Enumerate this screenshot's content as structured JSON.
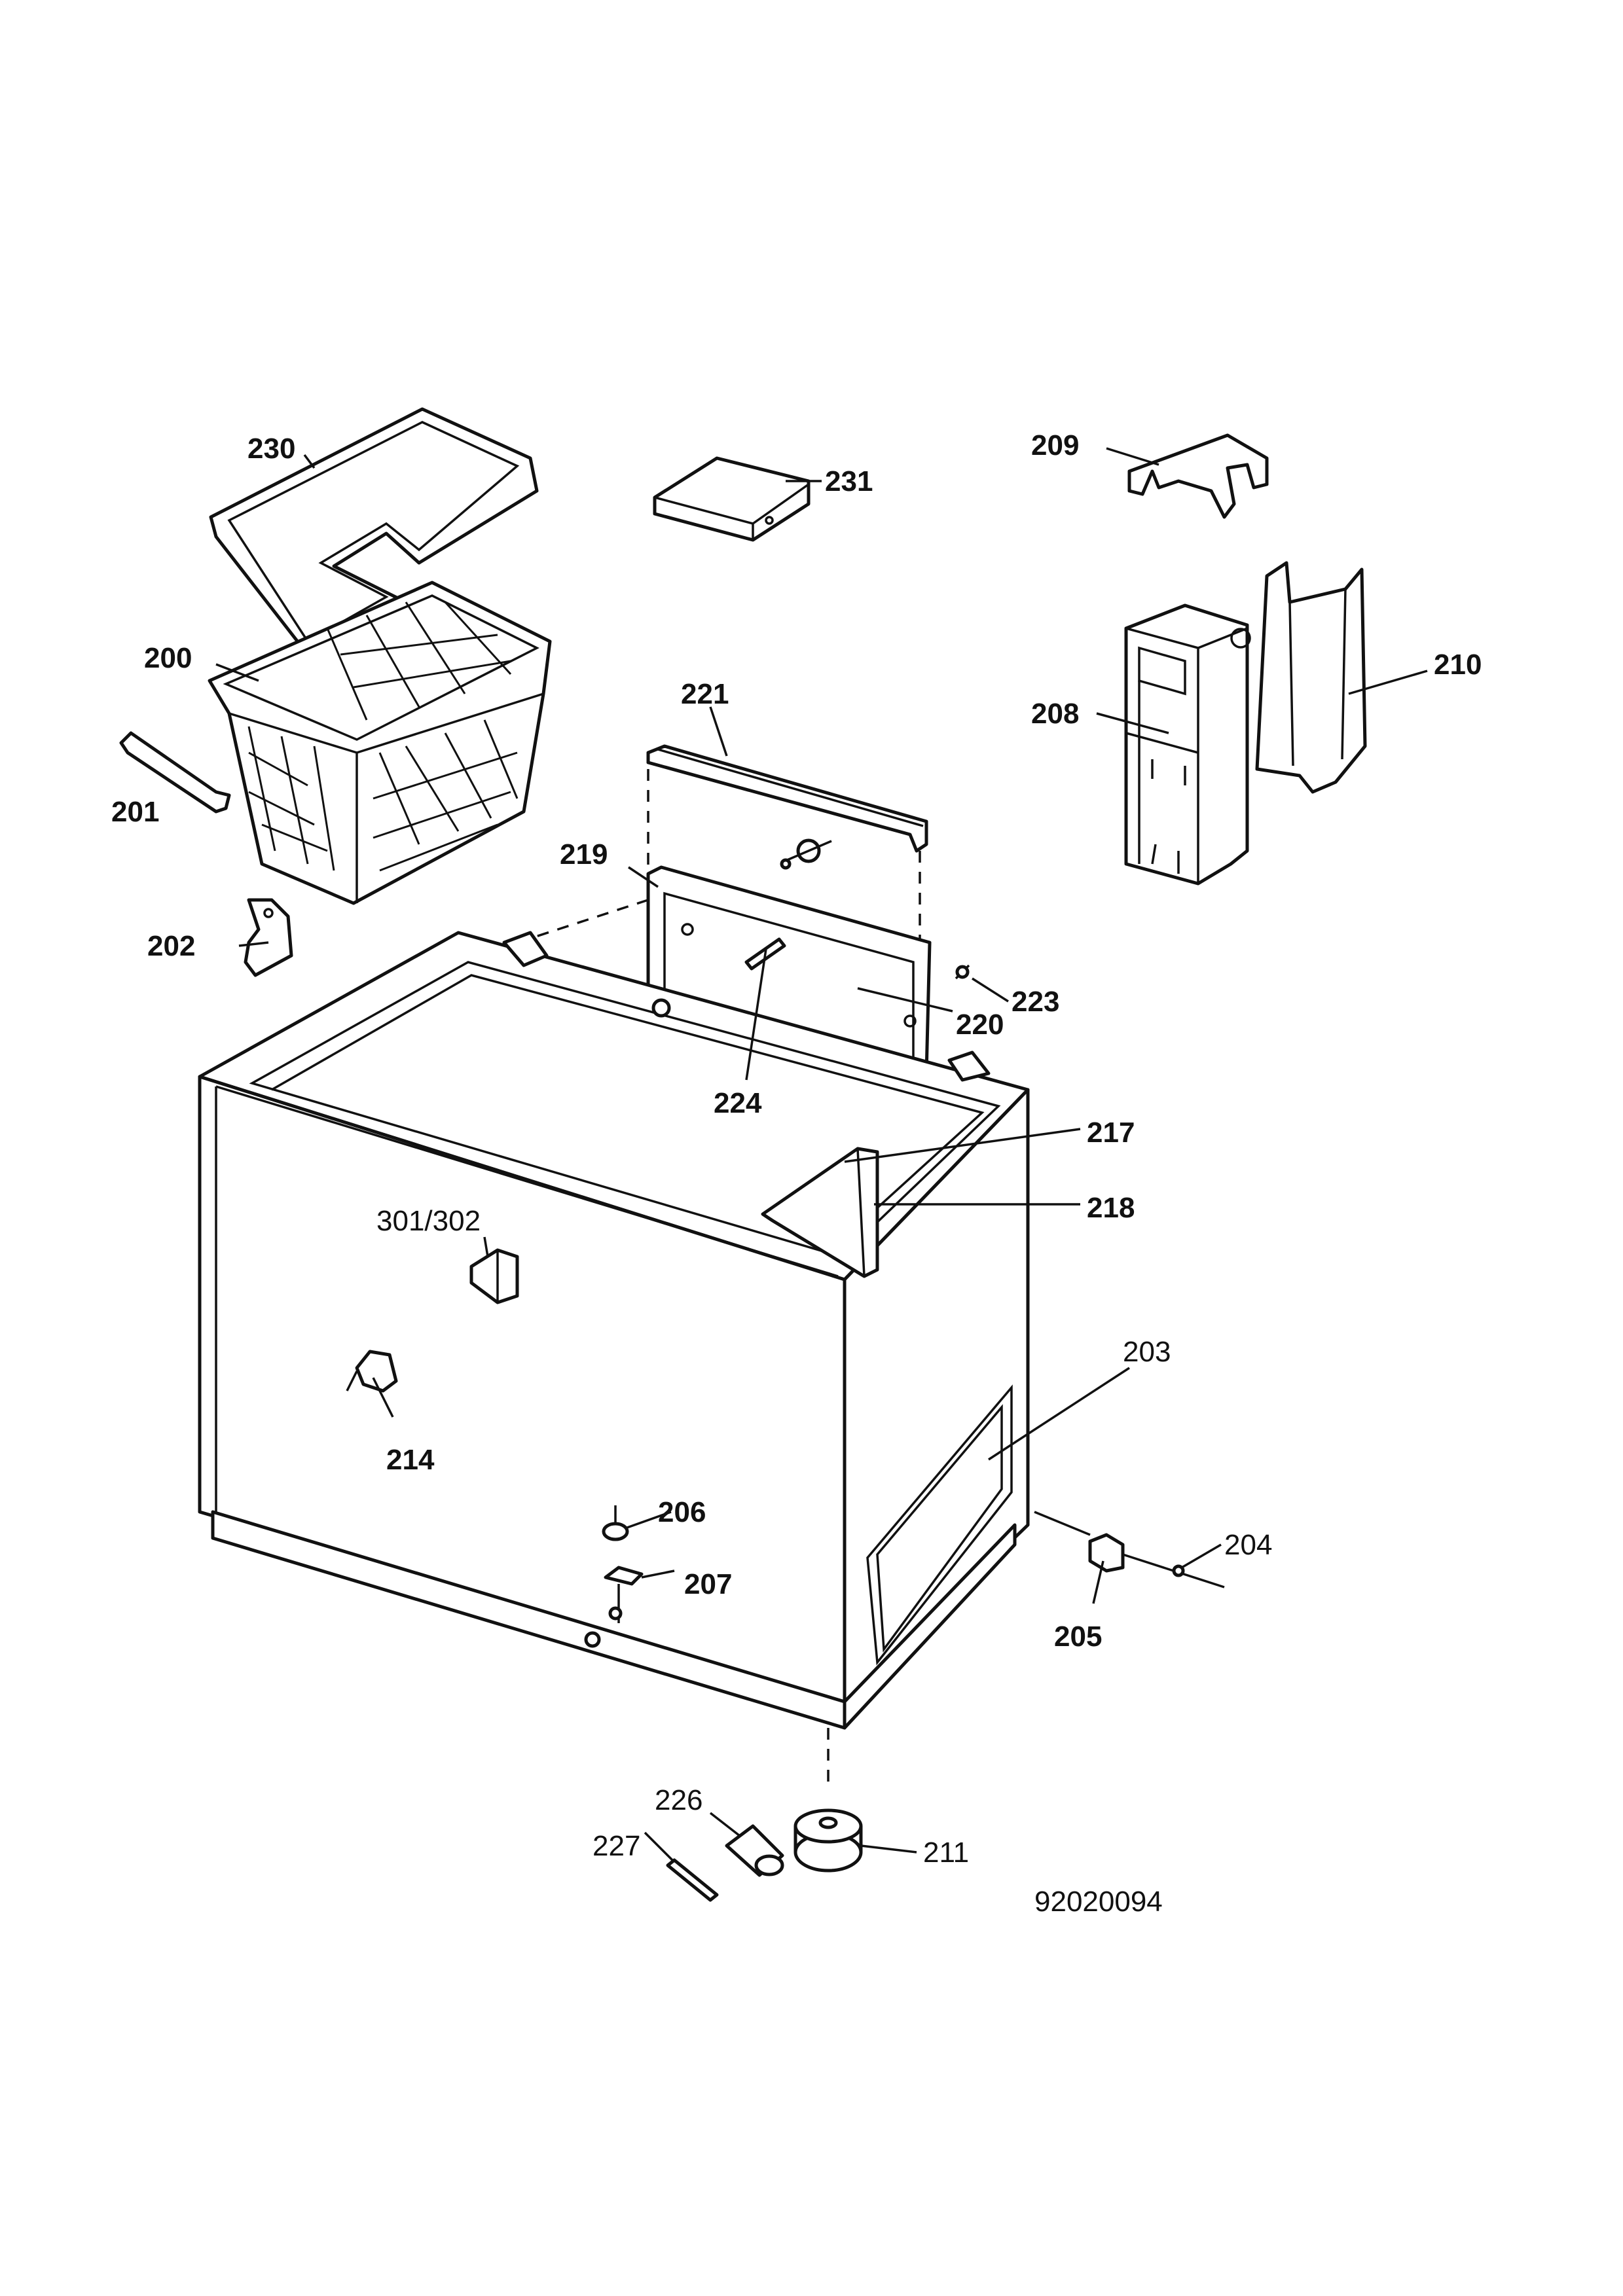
{
  "diagram": {
    "drawing_number": "92020094",
    "callouts": [
      {
        "id": "230",
        "text": "230",
        "bold": true
      },
      {
        "id": "231",
        "text": "231",
        "bold": true
      },
      {
        "id": "209",
        "text": "209",
        "bold": true
      },
      {
        "id": "200",
        "text": "200",
        "bold": true
      },
      {
        "id": "210",
        "text": "210",
        "bold": true
      },
      {
        "id": "208",
        "text": "208",
        "bold": true
      },
      {
        "id": "221",
        "text": "221",
        "bold": true
      },
      {
        "id": "201",
        "text": "201",
        "bold": true
      },
      {
        "id": "219",
        "text": "219",
        "bold": true
      },
      {
        "id": "202",
        "text": "202",
        "bold": true
      },
      {
        "id": "223",
        "text": "223",
        "bold": true
      },
      {
        "id": "220",
        "text": "220",
        "bold": true
      },
      {
        "id": "224",
        "text": "224",
        "bold": true
      },
      {
        "id": "217",
        "text": "217",
        "bold": true
      },
      {
        "id": "218",
        "text": "218",
        "bold": true
      },
      {
        "id": "301_302",
        "text": "301/302",
        "bold": false
      },
      {
        "id": "203",
        "text": "203",
        "bold": false
      },
      {
        "id": "214",
        "text": "214",
        "bold": true
      },
      {
        "id": "206",
        "text": "206",
        "bold": true
      },
      {
        "id": "207",
        "text": "207",
        "bold": true
      },
      {
        "id": "204",
        "text": "204",
        "bold": false
      },
      {
        "id": "205",
        "text": "205",
        "bold": true
      },
      {
        "id": "226",
        "text": "226",
        "bold": false
      },
      {
        "id": "227",
        "text": "227",
        "bold": false
      },
      {
        "id": "211",
        "text": "211",
        "bold": false
      }
    ]
  }
}
